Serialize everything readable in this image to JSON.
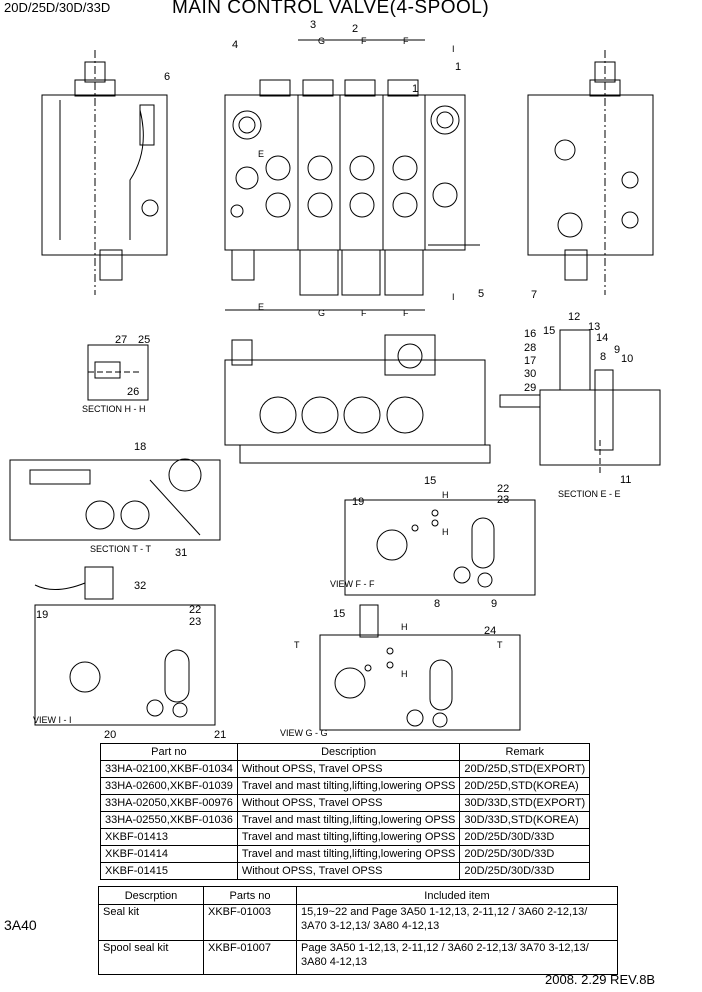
{
  "header": {
    "models": "20D/25D/30D/33D",
    "title": "MAIN CONTROL VALVE(4-SPOOL)"
  },
  "page_code": "3A40",
  "revision": "2008. 2.29  REV.8B",
  "callouts": [
    "1",
    "1",
    "2",
    "3",
    "4",
    "5",
    "6",
    "7",
    "8",
    "8",
    "9",
    "9",
    "10",
    "11",
    "12",
    "13",
    "14",
    "15",
    "15",
    "15",
    "16",
    "17",
    "18",
    "19",
    "19",
    "20",
    "21",
    "22",
    "22",
    "23",
    "23",
    "24",
    "25",
    "26",
    "27",
    "28",
    "29",
    "30",
    "31",
    "32"
  ],
  "dimension_letters": [
    "G",
    "F",
    "F",
    "I",
    "E",
    "E",
    "G",
    "F",
    "F",
    "I",
    "H",
    "H",
    "H",
    "H",
    "T",
    "T"
  ],
  "captions": {
    "section_hh": "SECTION H - H",
    "section_ee": "SECTION E - E",
    "section_tt": "SECTION T - T",
    "view_ff": "VIEW F - F",
    "view_ii": "VIEW I - I",
    "view_gg": "VIEW G - G"
  },
  "parts_table": {
    "headers": [
      "Part no",
      "Description",
      "Remark"
    ],
    "rows": [
      [
        "33HA-02100,XKBF-01034",
        "Without OPSS, Travel OPSS",
        "20D/25D,STD(EXPORT)"
      ],
      [
        "33HA-02600,XKBF-01039",
        "Travel and mast tilting,lifting,lowering OPSS",
        "20D/25D,STD(KOREA)"
      ],
      [
        "33HA-02050,XKBF-00976",
        "Without OPSS, Travel OPSS",
        "30D/33D,STD(EXPORT)"
      ],
      [
        "33HA-02550,XKBF-01036",
        "Travel and mast tilting,lifting,lowering OPSS",
        "30D/33D,STD(KOREA)"
      ],
      [
        "XKBF-01413",
        "Travel and mast tilting,lifting,lowering OPSS",
        "20D/25D/30D/33D"
      ],
      [
        "XKBF-01414",
        "Travel and mast tilting,lifting,lowering OPSS",
        "20D/25D/30D/33D"
      ],
      [
        "XKBF-01415",
        "Without OPSS, Travel OPSS",
        "20D/25D/30D/33D"
      ]
    ]
  },
  "kit_table": {
    "headers": [
      "Descrption",
      "Parts no",
      "Included item"
    ],
    "rows": [
      [
        "Seal kit",
        "XKBF-01003",
        "15,19~22 and Page 3A50 1-12,13, 2-11,12 / 3A60 2-12,13/ 3A70 3-12,13/ 3A80 4-12,13"
      ],
      [
        "Spool seal kit",
        "XKBF-01007",
        "Page 3A50 1-12,13, 2-11,12 / 3A60 2-12,13/ 3A70 3-12,13/ 3A80 4-12,13"
      ]
    ]
  }
}
